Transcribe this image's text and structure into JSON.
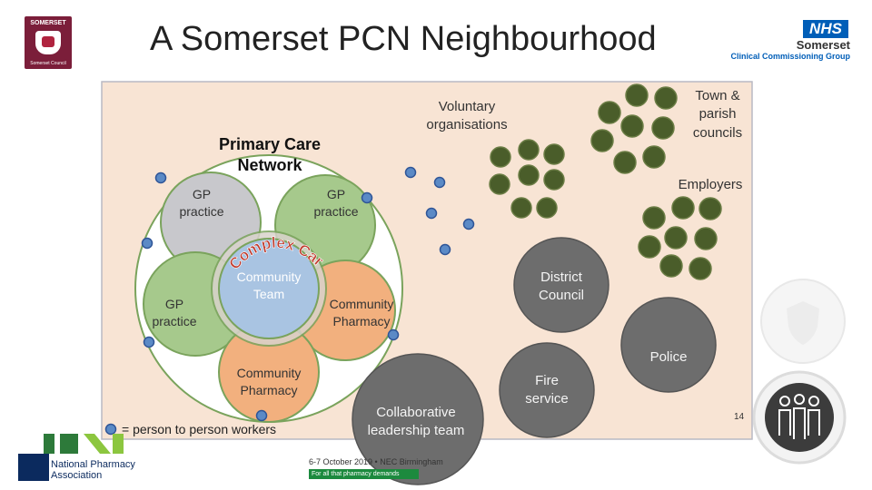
{
  "title": "A Somerset PCN Neighbourhood",
  "logos": {
    "somerset_council": {
      "top": "SOMERSET",
      "bottom": "Somerset Council"
    },
    "nhs": {
      "badge": "NHS",
      "org": "Somerset",
      "sub": "Clinical Commissioning Group"
    },
    "npa": {
      "line1": "National Pharmacy",
      "line2": "Association"
    },
    "event": {
      "date": "6-7 October 2019 • NEC Birmingham",
      "tagline": "For all that pharmacy demands"
    }
  },
  "diagram": {
    "pcn_label": "Primary Care\nNetwork",
    "complex_care": "Complex Care",
    "community_team": "Community\nTeam",
    "gp_practice_1": "GP\npractice",
    "gp_practice_2": "GP\npractice",
    "gp_practice_3": "GP\npractice",
    "community_pharmacy_1": "Community\nPharmacy",
    "community_pharmacy_2": "Community\nPharmacy",
    "voluntary": "Voluntary\norganisations",
    "town_parish": "Town &\nparish\ncouncils",
    "employers": "Employers",
    "district_council": "District\nCouncil",
    "police": "Police",
    "fire": "Fire\nservice",
    "collaborative": "Collaborative\nleadership team",
    "legend": "= person to person workers"
  },
  "colors": {
    "background": "#f8e4d4",
    "gp": "#a6c98c",
    "gp_grey": "#c8c8cc",
    "pharmacy": "#f2b07e",
    "community_team": "#a9c4e2",
    "dot": "#5b8ac6",
    "green_dot": "#4a5d2a",
    "grey_circle": "#6d6d6d",
    "complex_care": "#c0392b"
  },
  "page_number": "14"
}
